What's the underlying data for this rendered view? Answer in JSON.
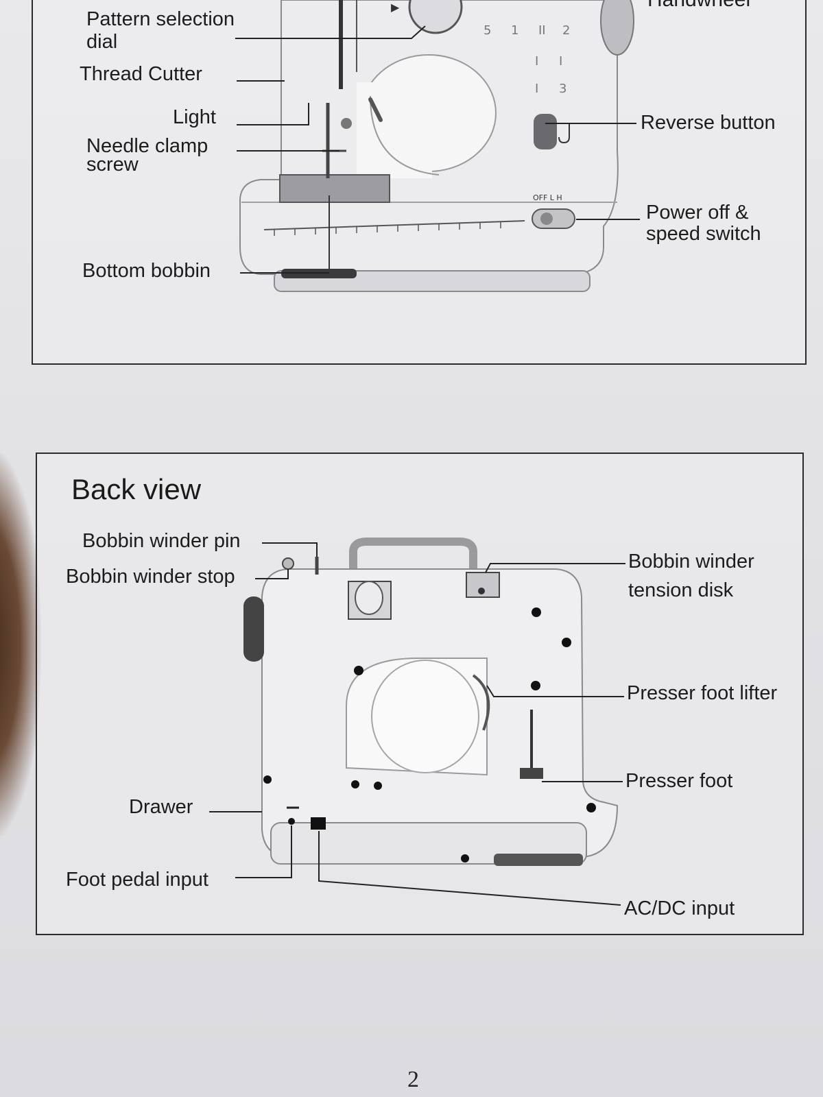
{
  "front_view": {
    "labels": {
      "handwheel": "Handwheel",
      "pattern_selection_dial": "Pattern selection dial",
      "thread_cutter": "Thread Cutter",
      "light": "Light",
      "needle_clamp_screw": "Needle clamp screw",
      "bottom_bobbin": "Bottom bobbin",
      "reverse_button": "Reverse button",
      "power_speed_switch": "Power off & speed switch"
    },
    "switch_marking": "OFF L H"
  },
  "back_view": {
    "heading": "Back view",
    "labels": {
      "bobbin_winder_pin": "Bobbin winder pin",
      "bobbin_winder_stop": "Bobbin winder stop",
      "bobbin_winder_tension_disk": "Bobbin winder tension disk",
      "presser_foot_lifter": "Presser foot lifter",
      "presser_foot": "Presser foot",
      "drawer": "Drawer",
      "foot_pedal_input": "Foot pedal input",
      "ac_dc_input": "AC/DC input"
    }
  },
  "page_number": "2"
}
